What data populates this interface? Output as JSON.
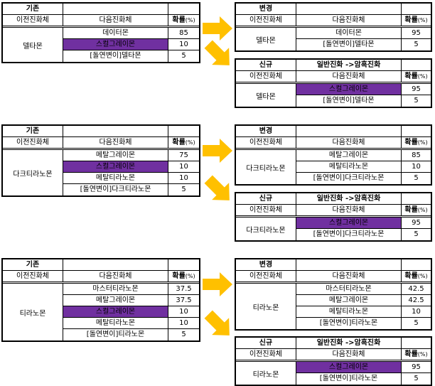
{
  "labels": {
    "prev_col": "이전진화체",
    "next_col": "다음진화체",
    "prob_col": "확률",
    "prob_unit": "(%)"
  },
  "colors": {
    "highlight": "#7030a0",
    "arrow": "#ffc000"
  },
  "sections": [
    {
      "old": {
        "title": "기존",
        "subtitle": "",
        "prev": "델타몬",
        "rows": [
          {
            "name": "데이터몬",
            "prob": "85",
            "highlight": false
          },
          {
            "name": "스컬그레이몬",
            "prob": "10",
            "highlight": true
          },
          {
            "name": "[돌연변이]델타몬",
            "prob": "5",
            "highlight": false
          }
        ]
      },
      "changed": {
        "title": "변경",
        "subtitle": "",
        "prev": "델타몬",
        "rows": [
          {
            "name": "데이터몬",
            "prob": "95",
            "highlight": false
          },
          {
            "name": "[돌연변이]델타몬",
            "prob": "5",
            "highlight": false
          }
        ]
      },
      "new": {
        "title": "신규",
        "subtitle": "일반진화 ->암흑진화",
        "prev": "델타몬",
        "rows": [
          {
            "name": "스컬그레이몬",
            "prob": "95",
            "highlight": true
          },
          {
            "name": "[돌연변이]델타몬",
            "prob": "5",
            "highlight": false
          }
        ]
      }
    },
    {
      "old": {
        "title": "기존",
        "subtitle": "",
        "prev": "다크티라노몬",
        "rows": [
          {
            "name": "메탈그레이몬",
            "prob": "75",
            "highlight": false
          },
          {
            "name": "스컬그레이몬",
            "prob": "10",
            "highlight": true
          },
          {
            "name": "메탈티라노몬",
            "prob": "10",
            "highlight": false
          },
          {
            "name": "[돌연변이]다크티라노몬",
            "prob": "5",
            "highlight": false
          }
        ]
      },
      "changed": {
        "title": "변경",
        "subtitle": "",
        "prev": "다크티라노몬",
        "rows": [
          {
            "name": "메탈그레이몬",
            "prob": "85",
            "highlight": false
          },
          {
            "name": "메탈티라노몬",
            "prob": "10",
            "highlight": false
          },
          {
            "name": "[돌연변이]다크티라노몬",
            "prob": "5",
            "highlight": false
          }
        ]
      },
      "new": {
        "title": "신규",
        "subtitle": "일반진화 ->암흑진화",
        "prev": "다크티라노몬",
        "rows": [
          {
            "name": "스컬그레이몬",
            "prob": "95",
            "highlight": true
          },
          {
            "name": "[돌연변이]다크티라노몬",
            "prob": "5",
            "highlight": false
          }
        ]
      }
    },
    {
      "old": {
        "title": "기존",
        "subtitle": "",
        "prev": "티라노몬",
        "rows": [
          {
            "name": "마스터티라노몬",
            "prob": "37.5",
            "highlight": false
          },
          {
            "name": "메탈그레이몬",
            "prob": "37.5",
            "highlight": false
          },
          {
            "name": "스컬그레이몬",
            "prob": "10",
            "highlight": true
          },
          {
            "name": "메탈티라노몬",
            "prob": "10",
            "highlight": false
          },
          {
            "name": "[돌연변이]티라노몬",
            "prob": "5",
            "highlight": false
          }
        ]
      },
      "changed": {
        "title": "변경",
        "subtitle": "",
        "prev": "티라노몬",
        "rows": [
          {
            "name": "마스터티라노몬",
            "prob": "42.5",
            "highlight": false
          },
          {
            "name": "메탈그레이몬",
            "prob": "42.5",
            "highlight": false
          },
          {
            "name": "메탈티라노몬",
            "prob": "10",
            "highlight": false
          },
          {
            "name": "[돌연변이]티라노몬",
            "prob": "5",
            "highlight": false
          }
        ]
      },
      "new": {
        "title": "신규",
        "subtitle": "일반진화 ->암흑진화",
        "prev": "티라노몬",
        "rows": [
          {
            "name": "스컬그레이몬",
            "prob": "95",
            "highlight": true
          },
          {
            "name": "[돌연변이]티라노몬",
            "prob": "5",
            "highlight": false
          }
        ]
      }
    }
  ]
}
